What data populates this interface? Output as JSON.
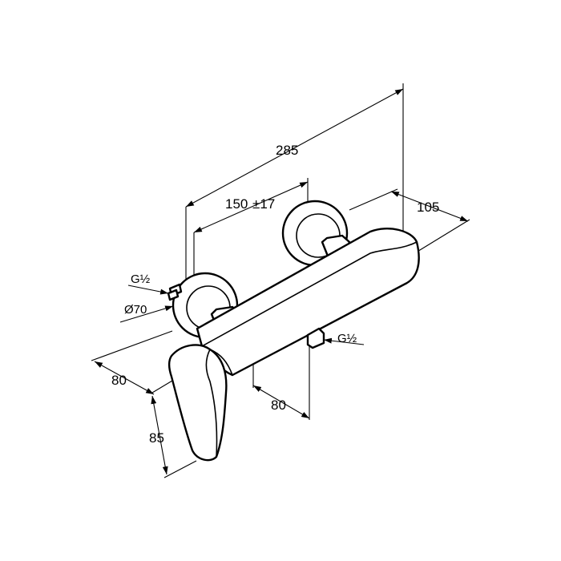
{
  "dimensions": {
    "total_length": "285",
    "wall_spacing": "150",
    "wall_spacing_tolerance": "±17",
    "depth": "105",
    "left_inlet_thread": "G½",
    "rosette_diameter": "Ø70",
    "lever_depth": "80",
    "lever_height": "85",
    "outlet_offset": "80",
    "outlet_thread": "G½"
  }
}
